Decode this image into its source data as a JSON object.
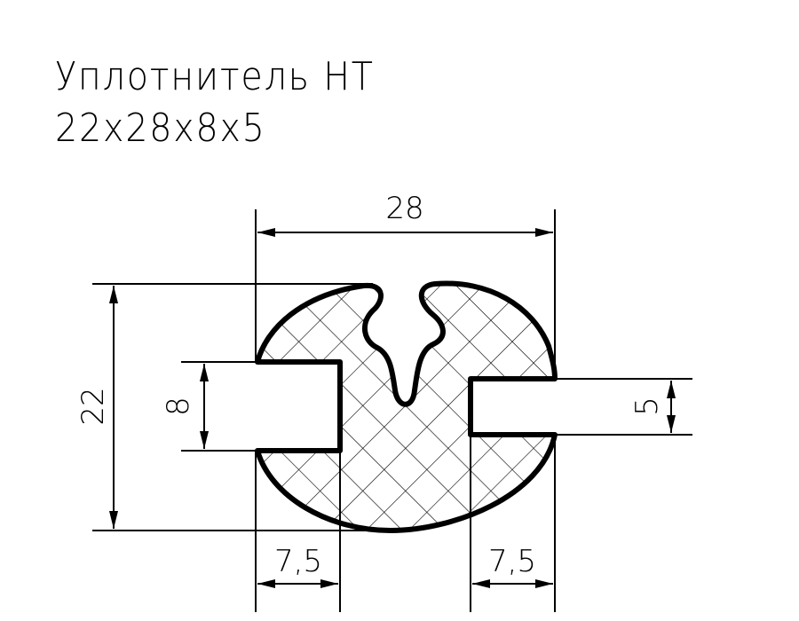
{
  "title": {
    "line1": "Уплотнитель НТ",
    "line2": "22х28х8х5"
  },
  "dimensions": {
    "width": "28",
    "height": "22",
    "left_slot": "8",
    "right_slot": "5",
    "left_lip": "7,5",
    "right_lip": "7,5"
  },
  "colors": {
    "line": "#000000",
    "hatch": "#000000",
    "background": "#ffffff"
  }
}
